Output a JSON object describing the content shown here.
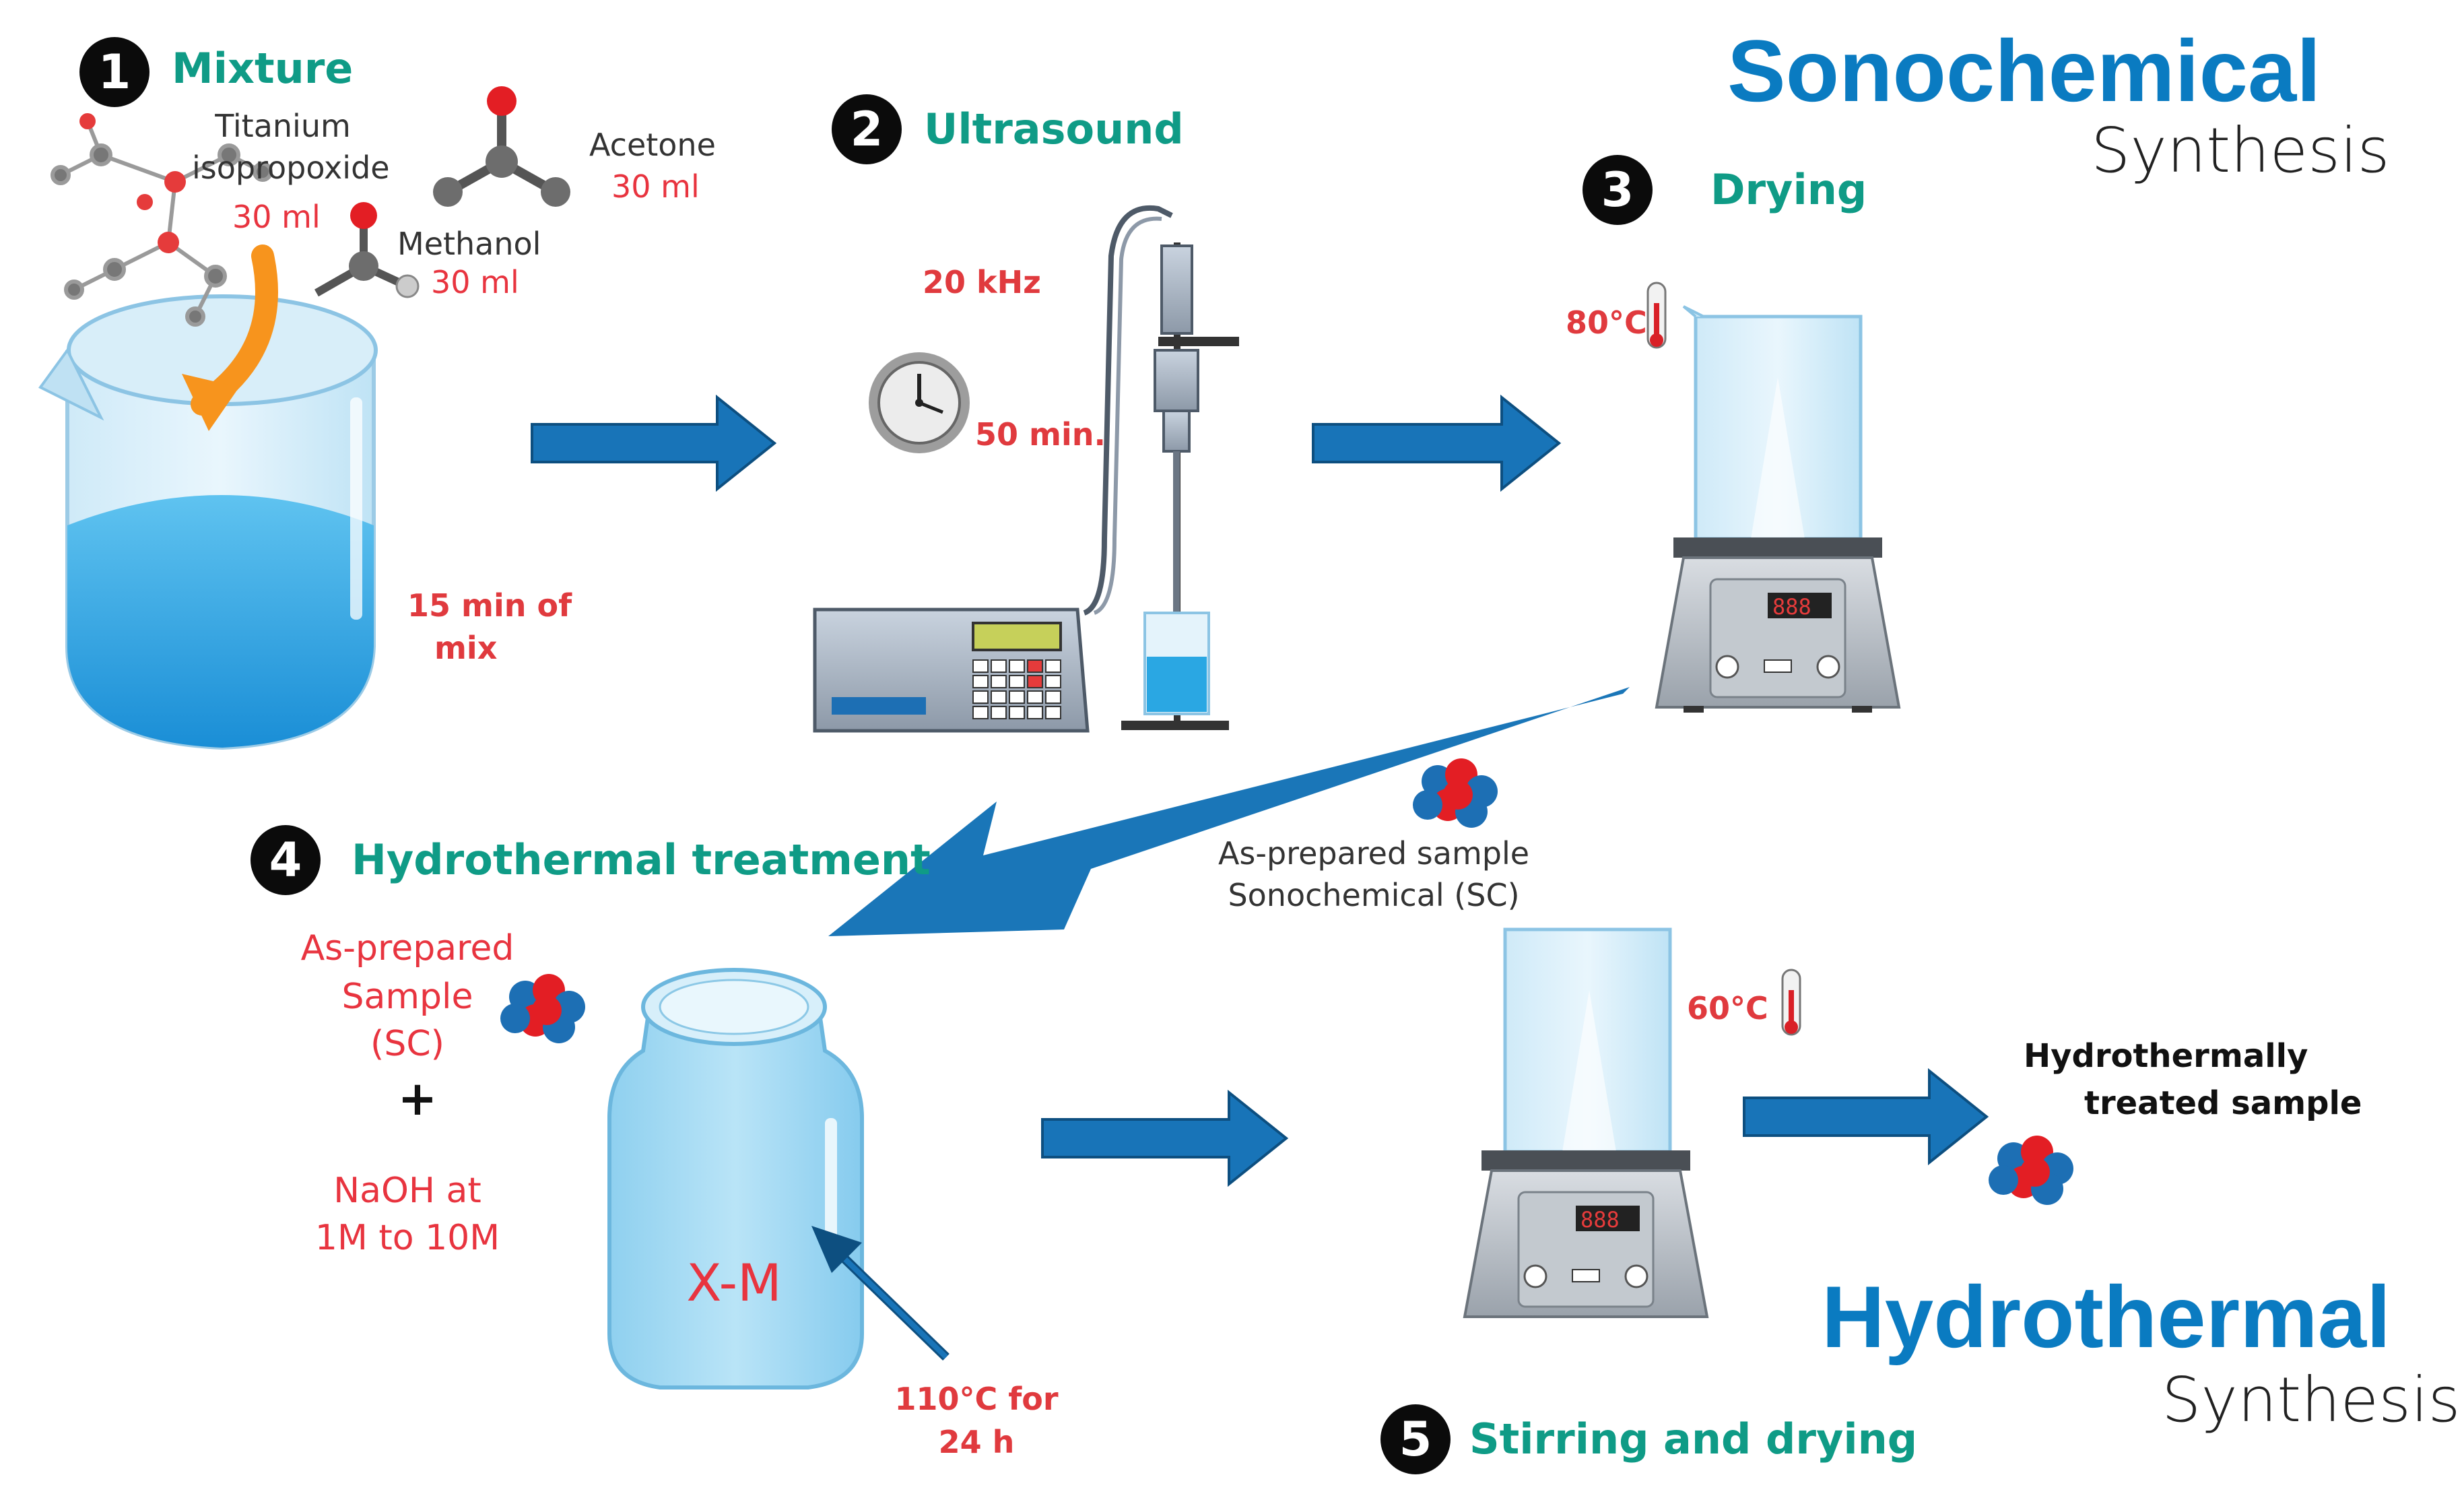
{
  "colors": {
    "teal": "#0f9b86",
    "red": "#e03a3e",
    "blue_title": "#0a7bc1",
    "arrow_blue": "#1874b8",
    "liquid_blue": "#2aa7e3",
    "orange": "#f7941d"
  },
  "titles": {
    "sono_main": "Sonochemical",
    "sono_sub": "Synthesis",
    "hydro_main": "Hydrothermal",
    "hydro_sub": "Synthesis"
  },
  "steps": [
    {
      "num": "1",
      "title": "Mixture"
    },
    {
      "num": "2",
      "title": "Ultrasound"
    },
    {
      "num": "3",
      "title": "Drying"
    },
    {
      "num": "4",
      "title": "Hydrothermal treatment"
    },
    {
      "num": "5",
      "title": "Stirring and drying"
    }
  ],
  "mixture": {
    "titanium_line1": "Titanium",
    "titanium_line2": "isopropoxide",
    "titanium_amount": "30 ml",
    "acetone": "Acetone",
    "acetone_amount": "30 ml",
    "methanol": "Methanol",
    "methanol_amount": "30 ml",
    "mix_time_line1": "15 min of",
    "mix_time_line2": "mix"
  },
  "ultrasound": {
    "frequency": "20 kHz",
    "duration": "50 min."
  },
  "drying": {
    "temperature": "80°C"
  },
  "transition": {
    "line1": "As-prepared sample",
    "line2": "Sonochemical (SC)"
  },
  "hydrothermal": {
    "sample_line1": "As-prepared",
    "sample_line2": "Sample",
    "sample_line3": "(SC)",
    "plus": "+",
    "naoh_line1": "NaOH at",
    "naoh_line2": "1M to 10M",
    "jar_label": "X-M",
    "condition_line1": "110°C for",
    "condition_line2": "24 h"
  },
  "stirring": {
    "temperature": "60°C"
  },
  "result": {
    "line1": "Hydrothermally",
    "line2": "treated sample"
  },
  "icons": [
    "number-badge-icon",
    "molecule-icon",
    "beaker-icon",
    "clock-icon",
    "ultrasound-device-icon",
    "hotplate-stirrer-icon",
    "thermometer-icon",
    "nanoparticle-cluster-icon",
    "jar-icon",
    "flow-arrow-icon"
  ]
}
